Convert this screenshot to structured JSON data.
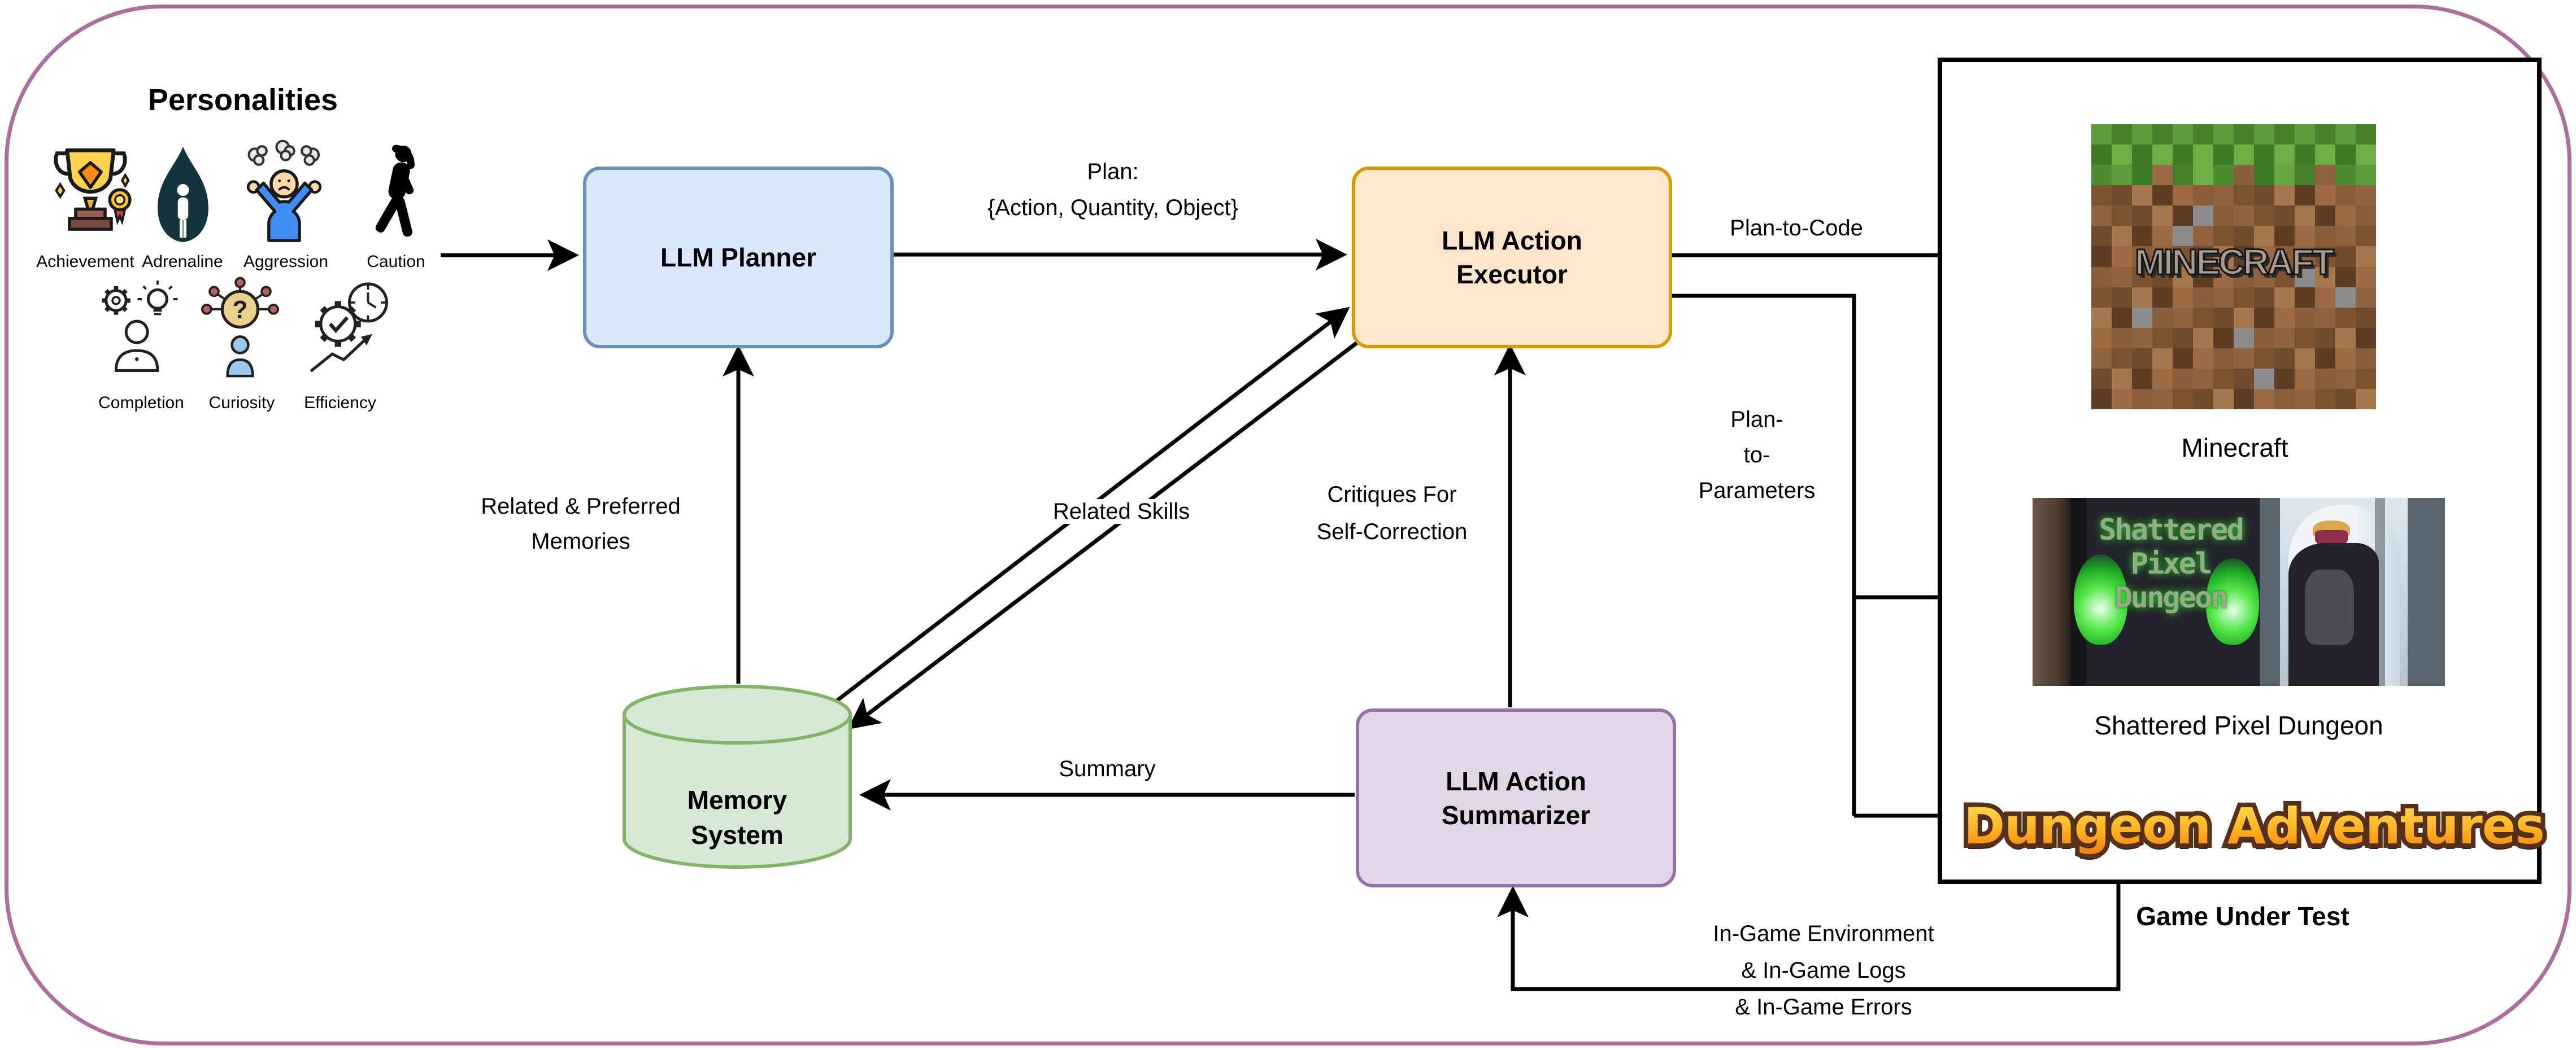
{
  "personalities": {
    "title": "Personalities",
    "row1": [
      {
        "label": "Achievement",
        "icon": "trophy-icon"
      },
      {
        "label": "Adrenaline",
        "icon": "flame-icon"
      },
      {
        "label": "Aggression",
        "icon": "angry-person-icon"
      },
      {
        "label": "Caution",
        "icon": "cautious-person-icon"
      }
    ],
    "row2": [
      {
        "label": "Completion",
        "icon": "person-gear-bulb-icon"
      },
      {
        "label": "Curiosity",
        "icon": "question-head-icon"
      },
      {
        "label": "Efficiency",
        "icon": "gear-clock-arrow-icon"
      }
    ]
  },
  "nodes": {
    "planner": "LLM Planner",
    "executor_line1": "LLM Action",
    "executor_line2": "Executor",
    "memory_line1": "Memory",
    "memory_line2": "System",
    "summarizer_line1": "LLM Action",
    "summarizer_line2": "Summarizer"
  },
  "edges": {
    "plan_line1": "Plan:",
    "plan_line2": "{Action, Quantity, Object}",
    "plan_to_code": "Plan-to-Code",
    "plan_to_params_line1": "Plan-",
    "plan_to_params_line2": "to-",
    "plan_to_params_line3": "Parameters",
    "related_memories_line1": "Related & Preferred",
    "related_memories_line2": "Memories",
    "related_skills": "Related Skills",
    "critiques_line1": "Critiques For",
    "critiques_line2": "Self-Correction",
    "summary": "Summary",
    "feedback_line1": "In-Game Environment",
    "feedback_line2": "& In-Game Logs",
    "feedback_line3": "& In-Game Errors"
  },
  "games": {
    "title": "Game Under Test",
    "minecraft_logo": "MINECRAFT",
    "minecraft_caption": "Minecraft",
    "spd_line1": "Shattered",
    "spd_line2": "Pixel",
    "spd_line3": "Dungeon",
    "spd_caption": "Shattered Pixel Dungeon",
    "dungeon_adventures": "Dungeon Adventures"
  },
  "colors": {
    "planner_fill": "#dae8fc",
    "planner_border": "#6c8ebf",
    "executor_fill": "#ffe6cc",
    "executor_border": "#d79b00",
    "memory_fill": "#d5e8d4",
    "memory_border": "#82b366",
    "summarizer_fill": "#e1d5e7",
    "summarizer_border": "#9673a6",
    "frame_border": "#ae6d9e",
    "arrow": "#000000"
  }
}
